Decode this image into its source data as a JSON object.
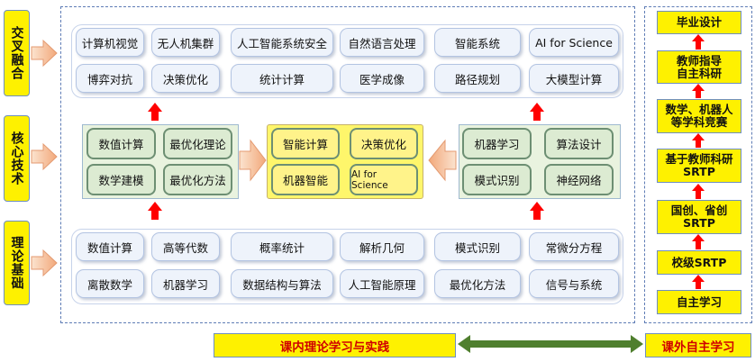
{
  "left_labels": [
    "交叉融合",
    "核心技术",
    "理论基础"
  ],
  "cross_fusion": {
    "row1": [
      "计算机视觉",
      "无人机集群",
      "人工智能系统安全",
      "自然语言处理",
      "智能系统",
      "AI for Science"
    ],
    "row2": [
      "博弈对抗",
      "决策优化",
      "统计计算",
      "医学成像",
      "路径规划",
      "大模型计算"
    ]
  },
  "core_tech": {
    "left": [
      "数值计算",
      "最优化理论",
      "数学建模",
      "最优化方法"
    ],
    "center": [
      "智能计算",
      "决策优化",
      "机器智能",
      "AI for Science"
    ],
    "right": [
      "机器学习",
      "算法设计",
      "模式识别",
      "神经网络"
    ]
  },
  "theory": {
    "row1": [
      "数值计算",
      "高等代数",
      "概率统计",
      "解析几何",
      "模式识别",
      "常微分方程"
    ],
    "row2": [
      "离散数学",
      "机器学习",
      "数据结构与算法",
      "人工智能原理",
      "最优化方法",
      "信号与系统"
    ]
  },
  "ladder": [
    "毕业设计",
    "教师指导\n自主科研",
    "数学、机器人\n等学科竞赛",
    "基于教师科研\nSRTP",
    "国创、省创\nSRTP",
    "校级SRTP",
    "自主学习"
  ],
  "bottom": {
    "left_label": "课内理论学习与实践",
    "right_label": "课外自主学习"
  },
  "colors": {
    "accent_yellow": "#fef100",
    "arrow_red": "#ff0000",
    "arrow_green": "#4f7f2e",
    "dash_blue": "#5e7cb5"
  }
}
